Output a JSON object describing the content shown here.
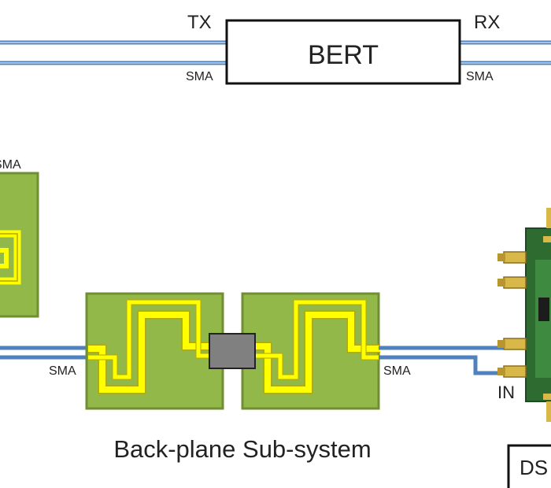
{
  "bert": {
    "title": "BERT",
    "tx_label": "TX",
    "rx_label": "RX",
    "left_connector": "SMA",
    "right_connector": "SMA"
  },
  "left_board": {
    "connector": "SMA"
  },
  "backplane": {
    "caption": "Back-plane Sub-system",
    "left_connector": "SMA",
    "right_connector": "SMA"
  },
  "device_board": {
    "input_label": "IN"
  },
  "partial_box": {
    "label": "DS"
  },
  "colors": {
    "cable": "#4f81bd",
    "board_fill": "#93b84a",
    "board_stroke": "#6f8f32",
    "trace": "#ffff00",
    "connector": "#808080",
    "pcb_dark": "#2e6b30",
    "gold": "#d9b84a"
  }
}
